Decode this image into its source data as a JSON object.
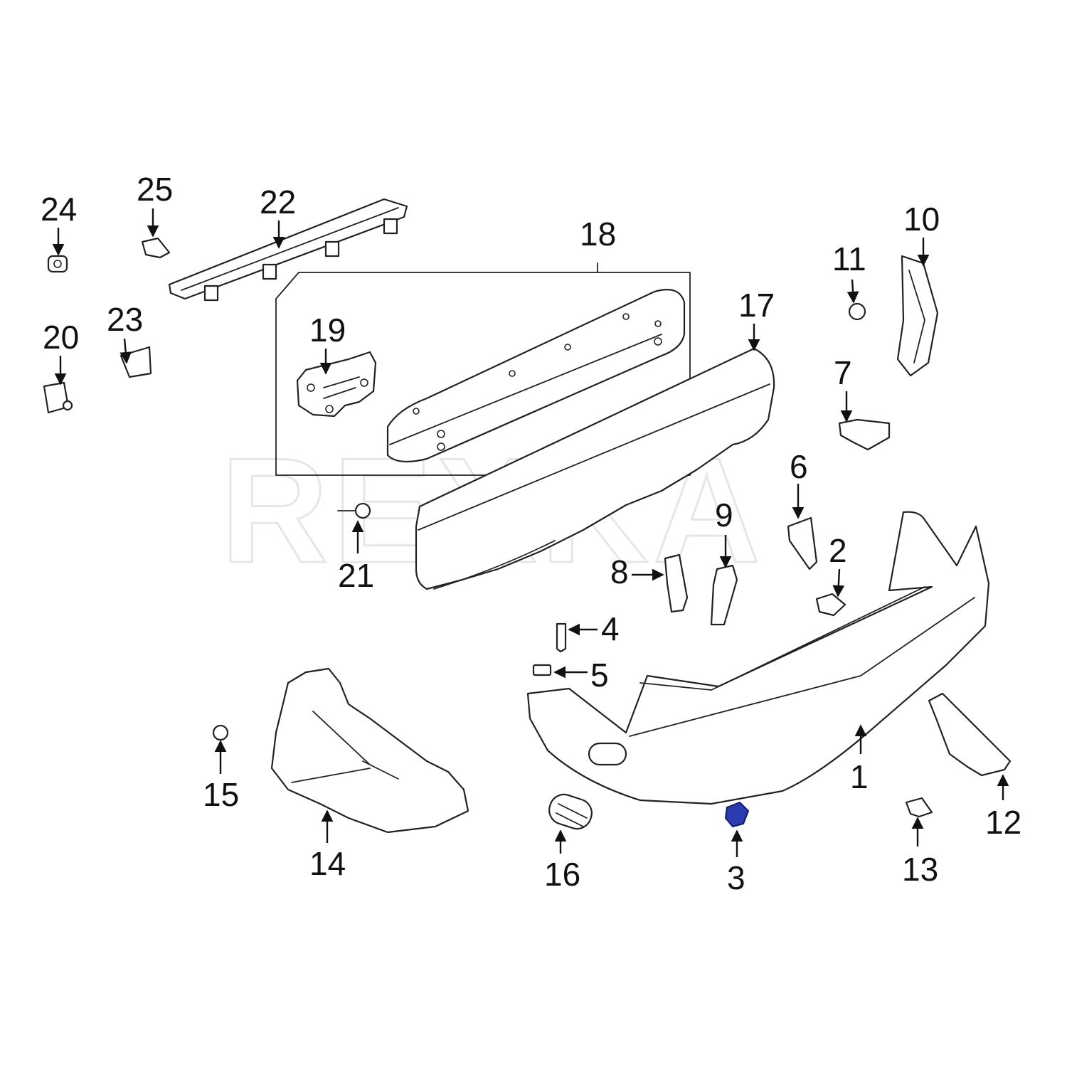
{
  "watermark": "REXKA",
  "highlight_color": "#2b3bb0",
  "callouts": [
    {
      "id": "c1",
      "label": "1"
    },
    {
      "id": "c2",
      "label": "2"
    },
    {
      "id": "c3",
      "label": "3",
      "highlighted": true
    },
    {
      "id": "c4",
      "label": "4"
    },
    {
      "id": "c5",
      "label": "5"
    },
    {
      "id": "c6",
      "label": "6"
    },
    {
      "id": "c7",
      "label": "7"
    },
    {
      "id": "c8",
      "label": "8"
    },
    {
      "id": "c9",
      "label": "9"
    },
    {
      "id": "c10",
      "label": "10"
    },
    {
      "id": "c11",
      "label": "11"
    },
    {
      "id": "c12",
      "label": "12"
    },
    {
      "id": "c13",
      "label": "13"
    },
    {
      "id": "c14",
      "label": "14"
    },
    {
      "id": "c15",
      "label": "15"
    },
    {
      "id": "c16",
      "label": "16"
    },
    {
      "id": "c17",
      "label": "17"
    },
    {
      "id": "c18",
      "label": "18"
    },
    {
      "id": "c19",
      "label": "19"
    },
    {
      "id": "c20",
      "label": "20"
    },
    {
      "id": "c21",
      "label": "21"
    },
    {
      "id": "c22",
      "label": "22"
    },
    {
      "id": "c23",
      "label": "23"
    },
    {
      "id": "c24",
      "label": "24"
    },
    {
      "id": "c25",
      "label": "25"
    }
  ]
}
